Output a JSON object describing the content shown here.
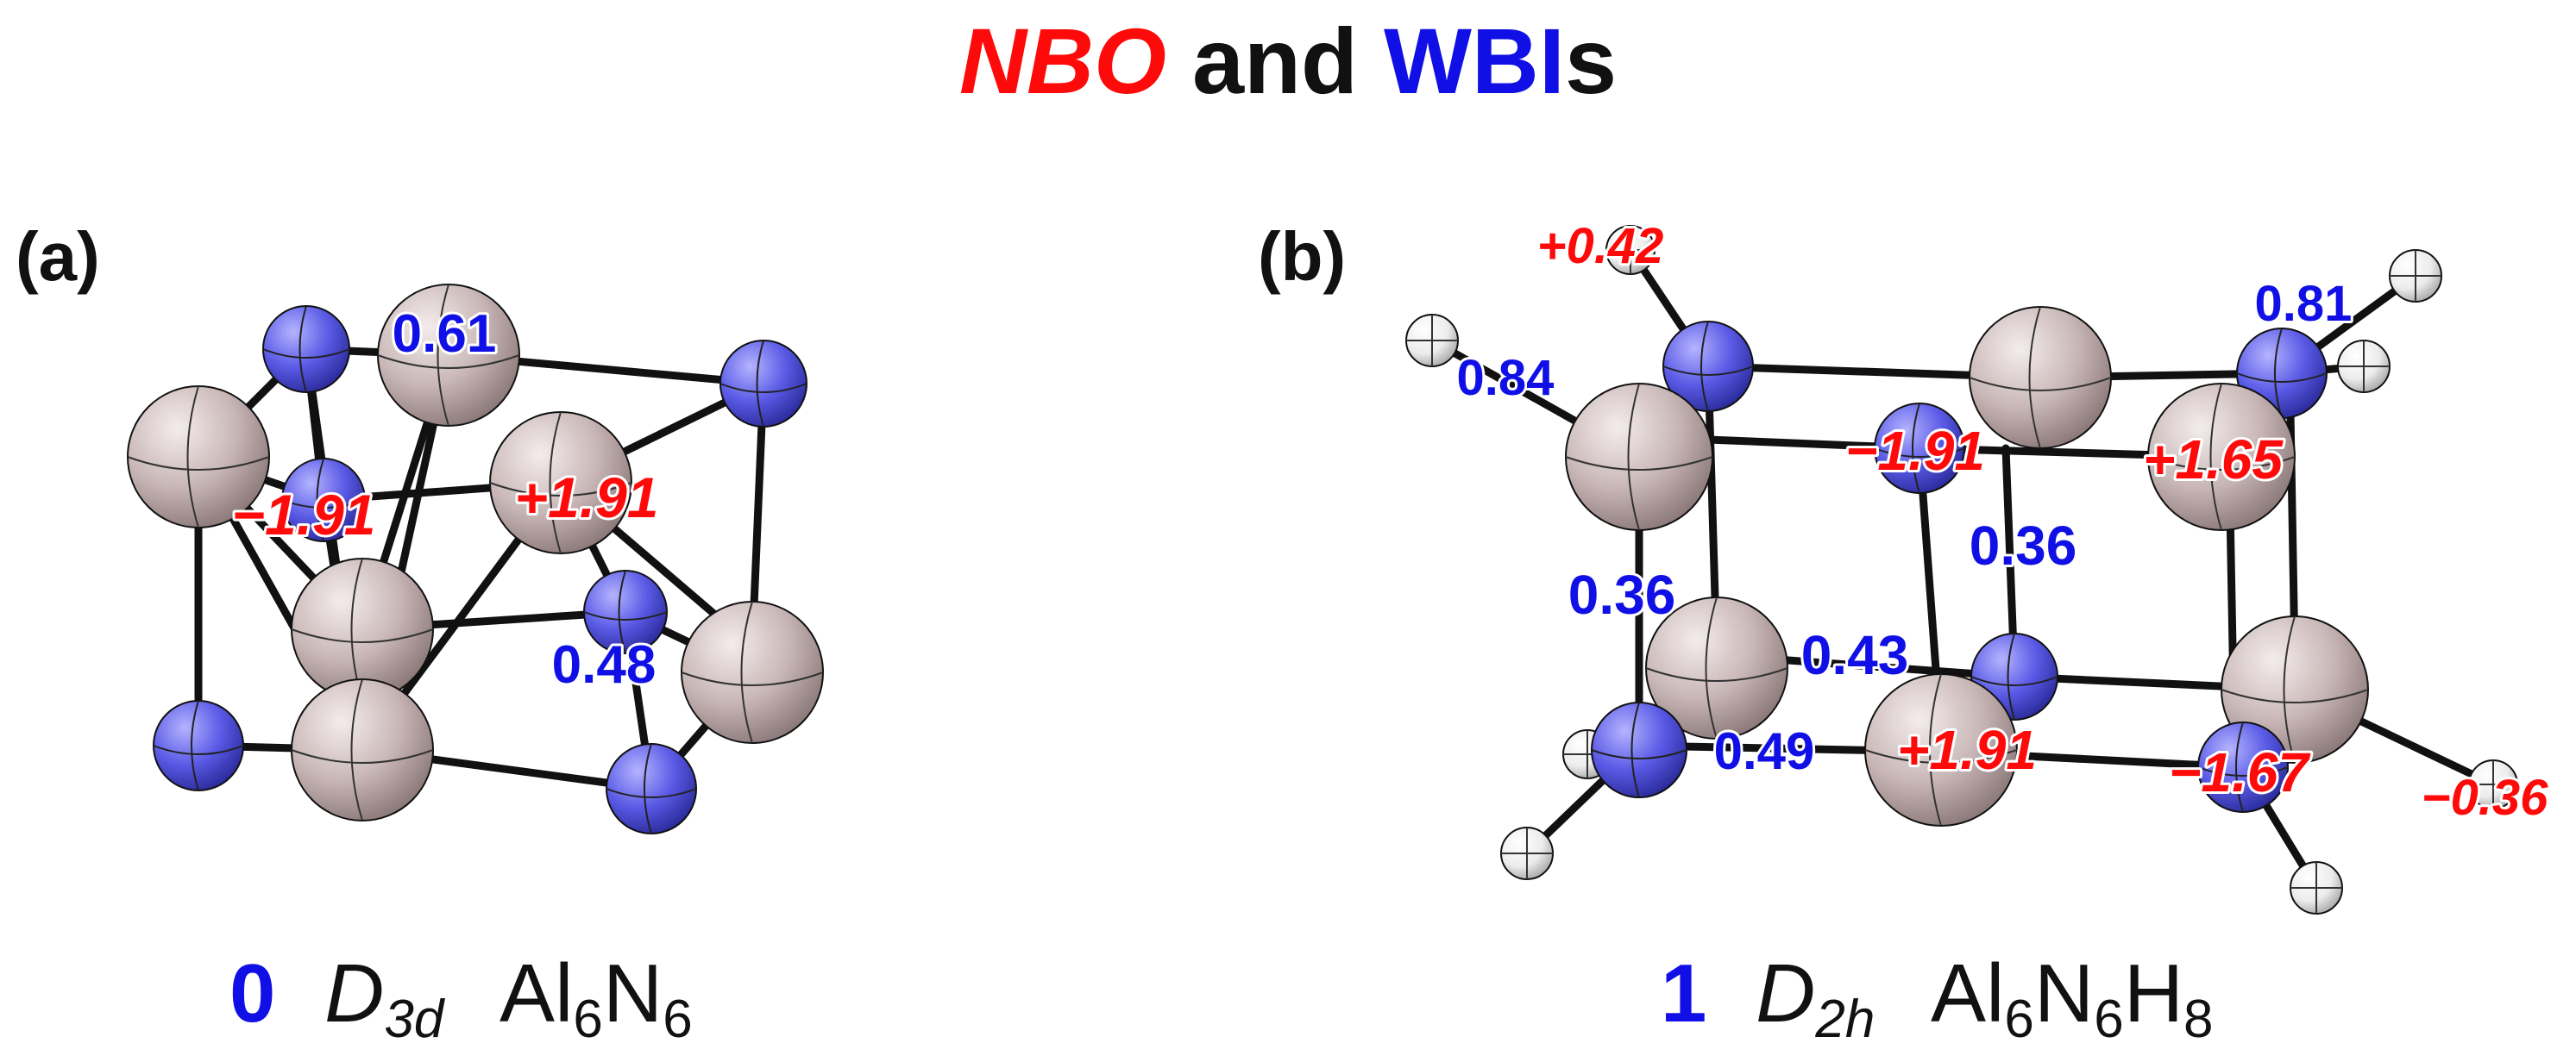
{
  "title": {
    "part1": "NBO",
    "part2": " and ",
    "part3": "WBI",
    "part4": "s"
  },
  "panels": [
    {
      "label": "(a)",
      "caption": {
        "number": "0",
        "symmetry": "D",
        "symmetry_sub": "3d",
        "formula": [
          [
            "Al",
            ""
          ],
          [
            "6",
            "sub"
          ],
          [
            "N",
            ""
          ],
          [
            "6",
            "sub"
          ]
        ]
      },
      "wbi_labels": [
        "0.61",
        "0.48"
      ],
      "nbo_labels": [
        "−1.91",
        "+1.91"
      ]
    },
    {
      "label": "(b)",
      "caption": {
        "number": "1",
        "symmetry": "D",
        "symmetry_sub": "2h",
        "formula": [
          [
            "Al",
            ""
          ],
          [
            "6",
            "sub"
          ],
          [
            "N",
            ""
          ],
          [
            "6",
            "sub"
          ],
          [
            "H",
            ""
          ],
          [
            "8",
            "sub"
          ]
        ]
      },
      "wbi_labels": [
        "0.84",
        "0.81",
        "0.36",
        "0.36",
        "0.43",
        "0.49"
      ],
      "nbo_labels": [
        "+0.42",
        "−1.91",
        "+1.65",
        "+1.91",
        "−1.67",
        "−0.36"
      ]
    }
  ],
  "colors": {
    "nbo": "#ff0a0a",
    "wbi": "#1010e6",
    "al_atom": "#c8b6b6",
    "n_atom": "#5a5ae6",
    "h_atom": "#f0f0f0"
  }
}
